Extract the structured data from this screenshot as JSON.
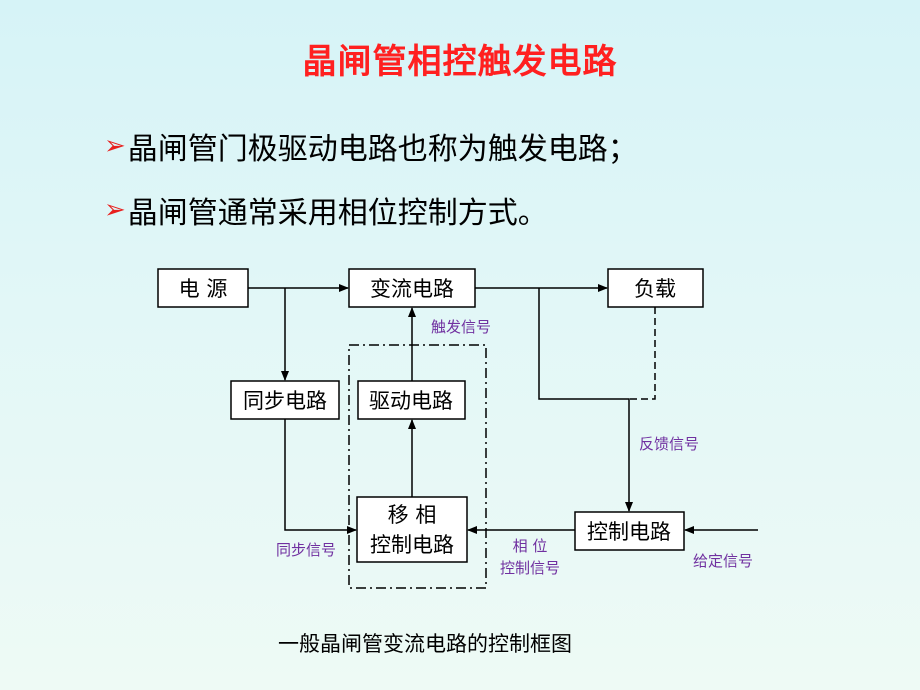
{
  "slide": {
    "title": "晶闸管相控触发电路",
    "bullets": [
      "晶闸管门极驱动电路也称为触发电路；",
      "晶闸管通常采用相位控制方式。"
    ],
    "bullet_icon": "arrow-right-icon",
    "caption": "一般晶闸管变流电路的控制框图"
  },
  "diagram": {
    "boxes": {
      "power": "电 源",
      "converter": "变流电路",
      "load": "负载",
      "sync": "同步电路",
      "drive": "驱动电路",
      "phase_shift_1": "移 相",
      "phase_shift_2": "控制电路",
      "control": "控制电路"
    },
    "signals": {
      "trigger": "触发信号",
      "feedback": "反馈信号",
      "sync": "同步信号",
      "phase_1": "相 位",
      "phase_2": "控制信号",
      "given": "给定信号"
    }
  },
  "colors": {
    "title": "#ff2020",
    "bullet_arrow": "#e8201e",
    "signal_label": "#7030a0"
  }
}
